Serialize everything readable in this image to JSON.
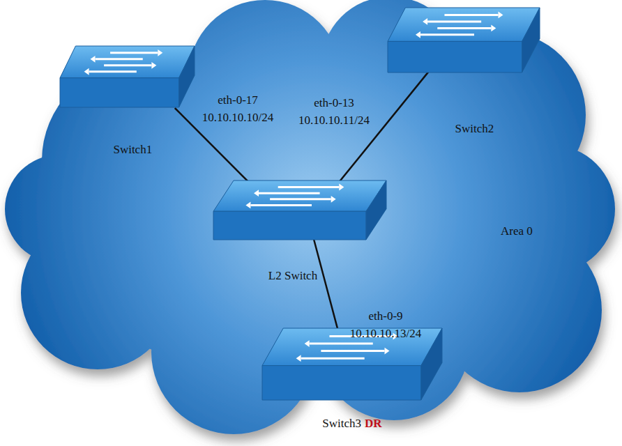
{
  "diagram": {
    "nodes": [
      {
        "text": [
          "Switch1"
        ]
      },
      {
        "text": [
          "Switch2"
        ]
      },
      {
        "text": [
          "L2 Switch"
        ]
      },
      {
        "text": [
          "Switch3",
          "DR"
        ]
      }
    ],
    "edges": [
      {
        "from": 0,
        "to": 2,
        "arrow": "none",
        "label": "eth-0-17 10.10.10.10/24"
      },
      {
        "from": 1,
        "to": 2,
        "arrow": "none",
        "label": "eth-0-13 10.10.10.11/24"
      },
      {
        "from": 2,
        "to": 3,
        "arrow": "none",
        "label": "eth-0-9 10.10.10.13/24"
      }
    ],
    "labels": [
      "Area 0"
    ]
  }
}
